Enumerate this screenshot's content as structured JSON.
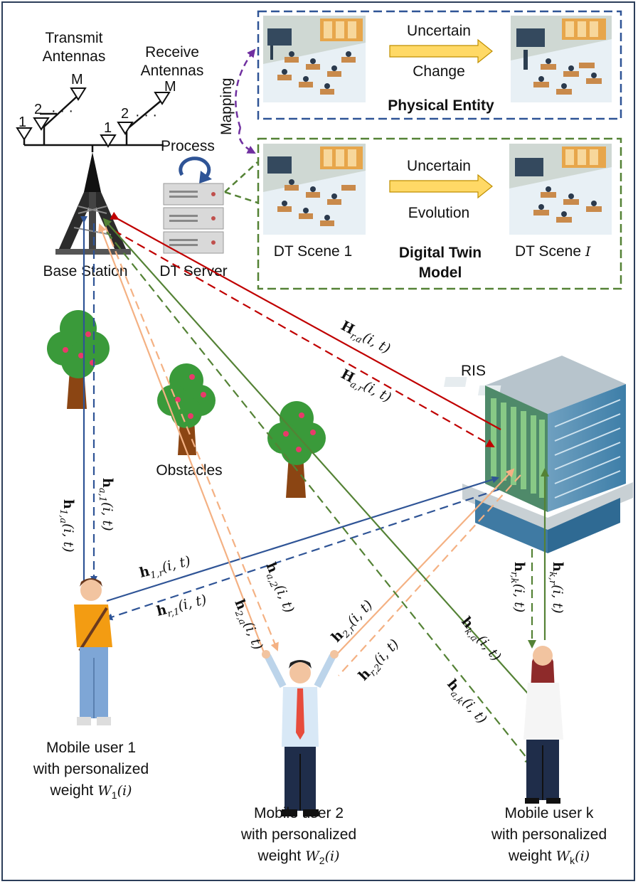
{
  "antennas": {
    "transmit_label_line1": "Transmit",
    "transmit_label_line2": "Antennas",
    "receive_label_line1": "Receive",
    "receive_label_line2": "Antennas",
    "tx_numbers": [
      "1",
      "2",
      "M"
    ],
    "rx_numbers": [
      "1",
      "2",
      "M"
    ]
  },
  "base_station": {
    "label": "Base Station"
  },
  "dt_server": {
    "label": "DT Server",
    "process_label": "Process"
  },
  "mapping_label": "Mapping",
  "physical_entity": {
    "title": "Physical Entity",
    "arrow_top": "Uncertain",
    "arrow_bottom": "Change"
  },
  "digital_twin": {
    "title_line1": "Digital Twin",
    "title_line2": "Model",
    "arrow_top": "Uncertain",
    "arrow_bottom": "Evolution",
    "scene1_label": "DT Scene 1",
    "sceneI_label": "DT Scene",
    "sceneI_symbol": "I"
  },
  "ris": {
    "label": "RIS"
  },
  "obstacles": {
    "label": "Obstacles"
  },
  "channels": {
    "H_ra": "H",
    "H_ra_sub": "r,a",
    "H_ra_args": "(i, t)",
    "H_ar": "H",
    "H_ar_sub": "a,r",
    "H_ar_args": "(i, t)",
    "h_1a": "h",
    "h_1a_sub": "1,a",
    "h_1a_args": "(i, t)",
    "h_a1": "h",
    "h_a1_sub": "a,1",
    "h_a1_args": "(i, t)",
    "h_1r": "h",
    "h_1r_sub": "1,r",
    "h_1r_args": "(i, t)",
    "h_r1": "h",
    "h_r1_sub": "r,1",
    "h_r1_args": "(i, t)",
    "h_2a": "h",
    "h_2a_sub": "2,a",
    "h_2a_args": "(i, t)",
    "h_a2": "h",
    "h_a2_sub": "a,2",
    "h_a2_args": "(i, t)",
    "h_2r": "h",
    "h_2r_sub": "2,r",
    "h_2r_args": "(i, t)",
    "h_r2": "h",
    "h_r2_sub": "r,2",
    "h_r2_args": "(i, t)",
    "h_ka": "h",
    "h_ka_sub": "k,a",
    "h_ka_args": "(i, t)",
    "h_ak": "h",
    "h_ak_sub": "a,k",
    "h_ak_args": "(i, t)",
    "h_rk": "h",
    "h_rk_sub": "r,k",
    "h_rk_args": "(i, t)",
    "h_kr": "h",
    "h_kr_sub": "k,r",
    "h_kr_args": "(i, t)"
  },
  "users": [
    {
      "line1": "Mobile user 1",
      "line2": "with personalized",
      "line3": "weight",
      "weight": "W",
      "weight_sub": "1",
      "weight_args": "(i)"
    },
    {
      "line1": "Mobile user 2",
      "line2": "with personalized",
      "line3": "weight",
      "weight": "W",
      "weight_sub": "2",
      "weight_args": "(i)"
    },
    {
      "line1": "Mobile user k",
      "line2": "with personalized",
      "line3": "weight",
      "weight": "W",
      "weight_sub": "k",
      "weight_args": "(i)"
    }
  ],
  "colors": {
    "frame": "#2c3e5a",
    "blue": "#2f5496",
    "red": "#c00000",
    "orange": "#f4b183",
    "green": "#548235",
    "purple": "#7030a0",
    "physical_box": "#2f5496",
    "dt_box": "#548235",
    "arrow_fill": "#ffd966"
  }
}
